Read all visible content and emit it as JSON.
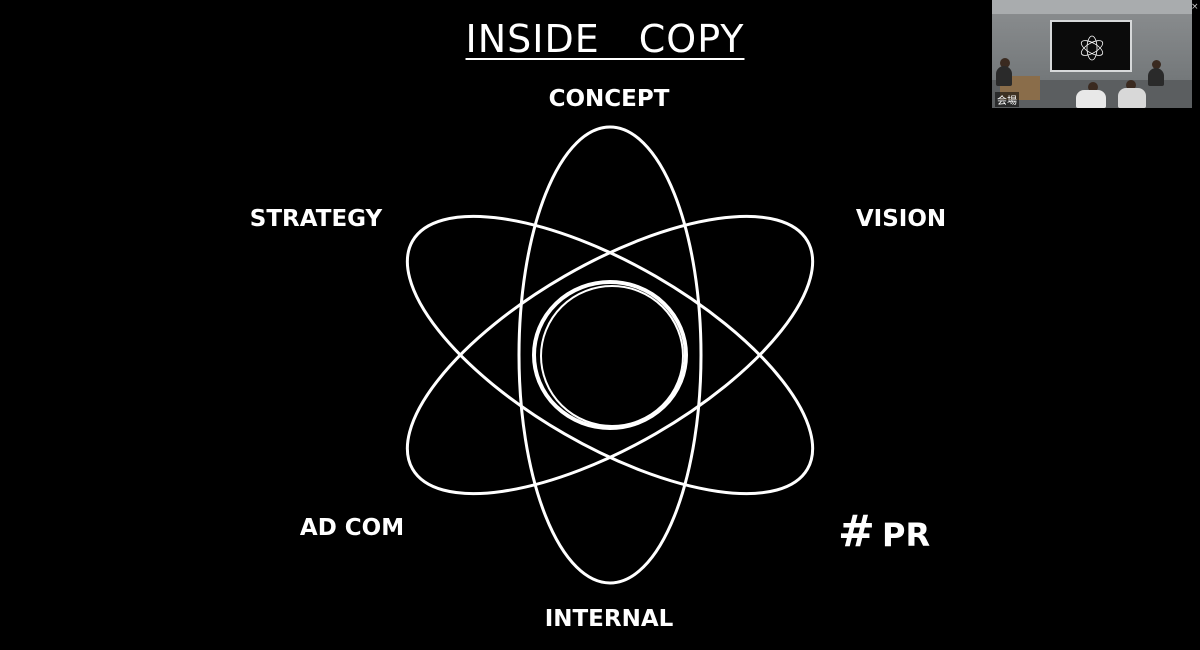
{
  "slide": {
    "title": "INSIDE　COPY",
    "labels": {
      "concept": "CONCEPT",
      "strategy": "STRATEGY",
      "vision": "VISION",
      "adcom": "AD COM",
      "pr_hash": "#",
      "pr": "PR",
      "internal": "INTERNAL"
    }
  },
  "video_thumbnail": {
    "caption": "会場",
    "close_glyph": "×"
  },
  "colors": {
    "background": "#000000",
    "foreground": "#ffffff"
  },
  "icons": {
    "close": "close-icon"
  }
}
